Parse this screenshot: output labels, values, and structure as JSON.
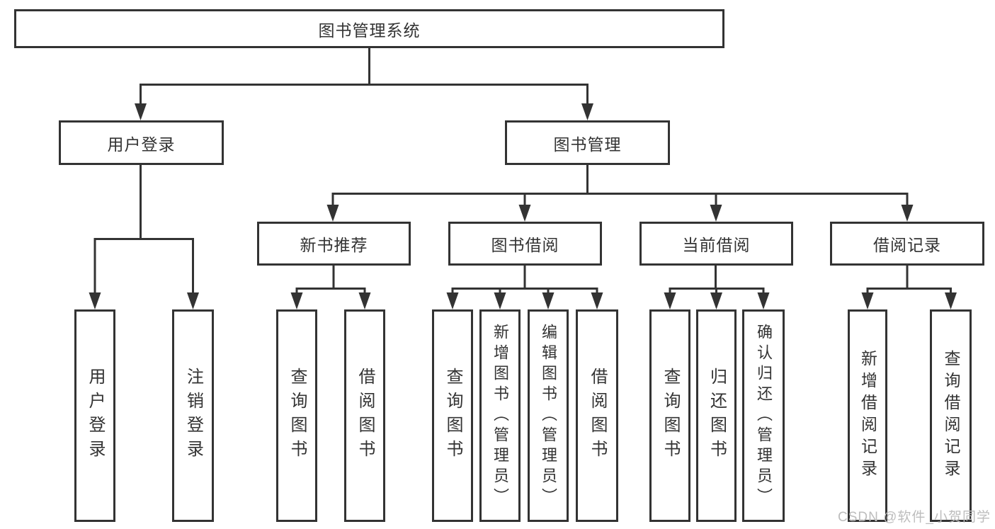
{
  "diagram": {
    "tree": {
      "label": "图书管理系统",
      "children": [
        {
          "label": "用户登录",
          "children": [
            {
              "label": "用户登录"
            },
            {
              "label": "注销登录"
            }
          ]
        },
        {
          "label": "图书管理",
          "children": [
            {
              "label": "新书推荐",
              "children": [
                {
                  "label": "查询图书"
                },
                {
                  "label": "借阅图书"
                }
              ]
            },
            {
              "label": "图书借阅",
              "children": [
                {
                  "label": "查询图书"
                },
                {
                  "label": "新增图书（管理员）"
                },
                {
                  "label": "编辑图书（管理员）"
                },
                {
                  "label": "借阅图书"
                }
              ]
            },
            {
              "label": "当前借阅",
              "children": [
                {
                  "label": "查询图书"
                },
                {
                  "label": "归还图书"
                },
                {
                  "label": "确认归还（管理员）"
                }
              ]
            },
            {
              "label": "借阅记录",
              "children": [
                {
                  "label": "新增借阅记录"
                },
                {
                  "label": "查询借阅记录"
                }
              ]
            }
          ]
        }
      ]
    },
    "colors": {
      "line": "#333333",
      "text": "#333333",
      "background": "#ffffff",
      "watermark": "#bdbdbd"
    }
  },
  "watermark": {
    "text": "CSDN @软件_小贺同学"
  }
}
